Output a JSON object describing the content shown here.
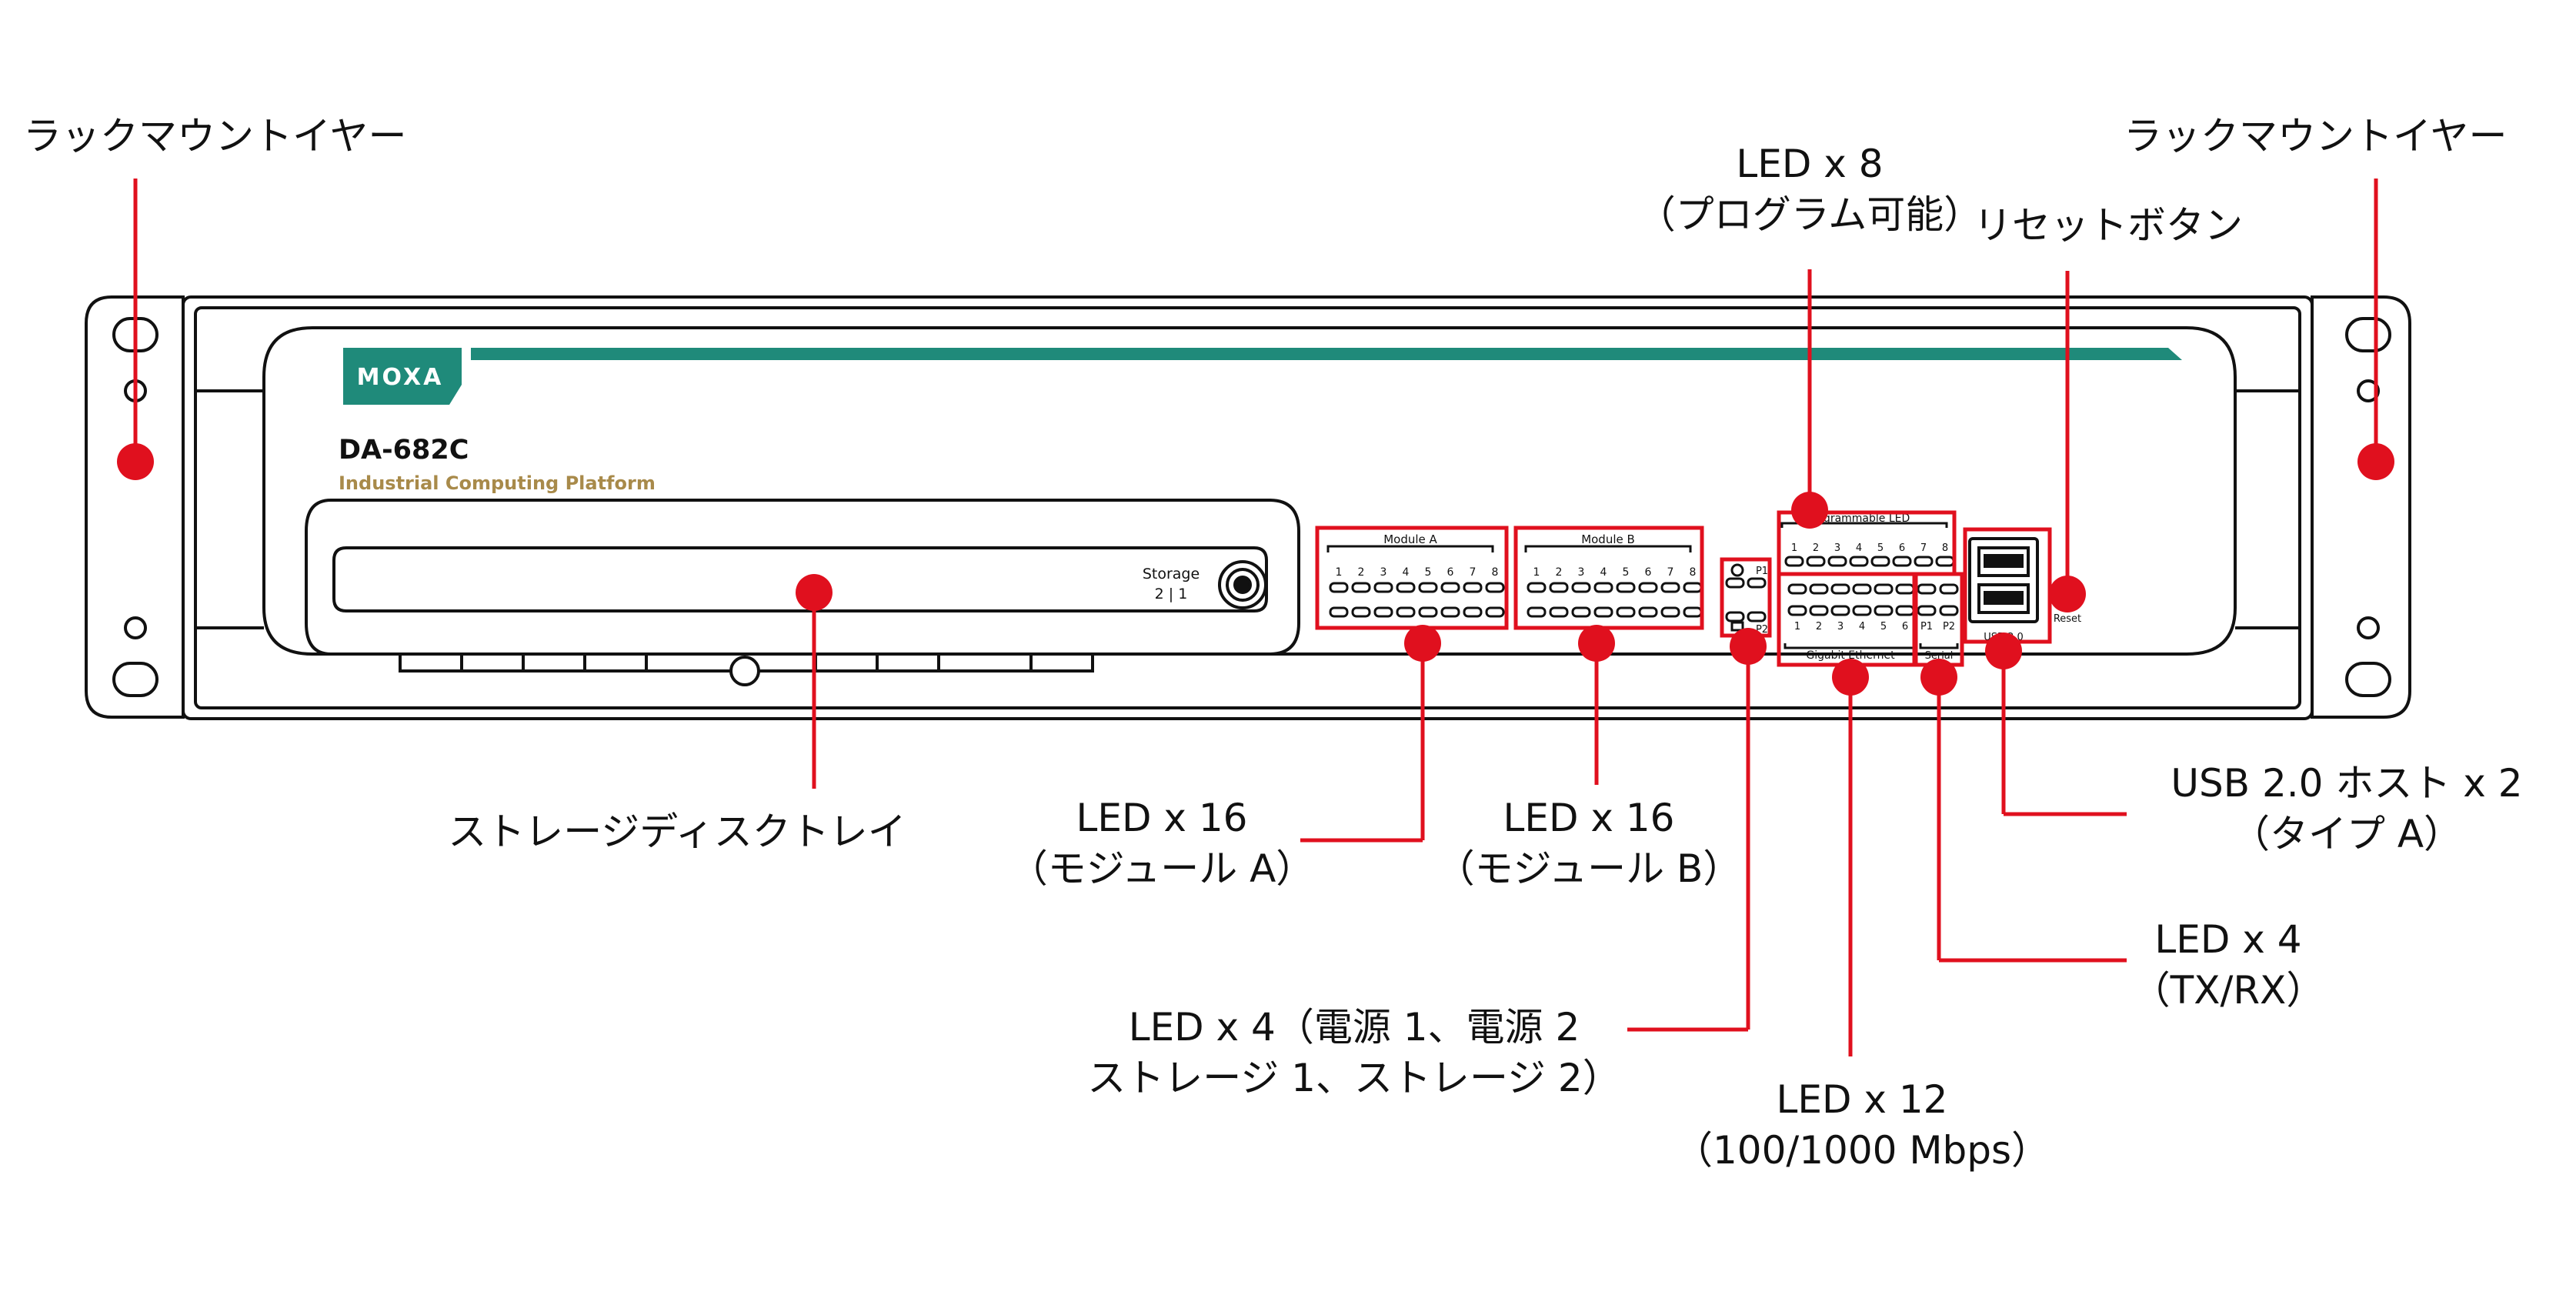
{
  "device": {
    "brand": "MOXA",
    "model": "DA-682C",
    "subtitle": "Industrial Computing Platform",
    "storage_label": "Storage",
    "storage_slots": "2 | 1",
    "module_a_label": "Module A",
    "module_b_label": "Module B",
    "programmable_led_label": "Programmable LED",
    "gigabit_label": "Gigabit Ethernet",
    "serial_label": "Serial",
    "usb_label": "USB 2.0",
    "reset_label": "Reset",
    "led_numbers": [
      "1",
      "2",
      "3",
      "4",
      "5",
      "6",
      "7",
      "8"
    ],
    "eth_numbers": [
      "1",
      "2",
      "3",
      "4",
      "5",
      "6"
    ],
    "p1": "P1",
    "p2": "P2"
  },
  "callouts": {
    "rack_ear_left": "ラックマウントイヤー",
    "rack_ear_right": "ラックマウントイヤー",
    "prog_led_line1": "LED x 8",
    "prog_led_line2": "（プログラム可能）",
    "reset_button": "リセットボタン",
    "storage_tray": "ストレージディスクトレイ",
    "module_a_line1": "LED x 16",
    "module_a_line2": "（モジュール A）",
    "module_b_line1": "LED x 16",
    "module_b_line2": "（モジュール B）",
    "usb_line1": "USB 2.0 ホスト x 2",
    "usb_line2": "（タイプ A）",
    "serial_led_line1": "LED x 4",
    "serial_led_line2": "（TX/RX）",
    "power_led_line1": "LED x 4（電源 1、電源 2",
    "power_led_line2": "ストレージ 1、ストレージ 2）",
    "eth_led_line1": "LED x 12",
    "eth_led_line2": "（100/1000 Mbps）"
  },
  "colors": {
    "marker_red": "#e0101e",
    "moxa_teal": "#1f8a7a",
    "subtitle_gold": "#a88a4a",
    "outline": "#111111"
  }
}
